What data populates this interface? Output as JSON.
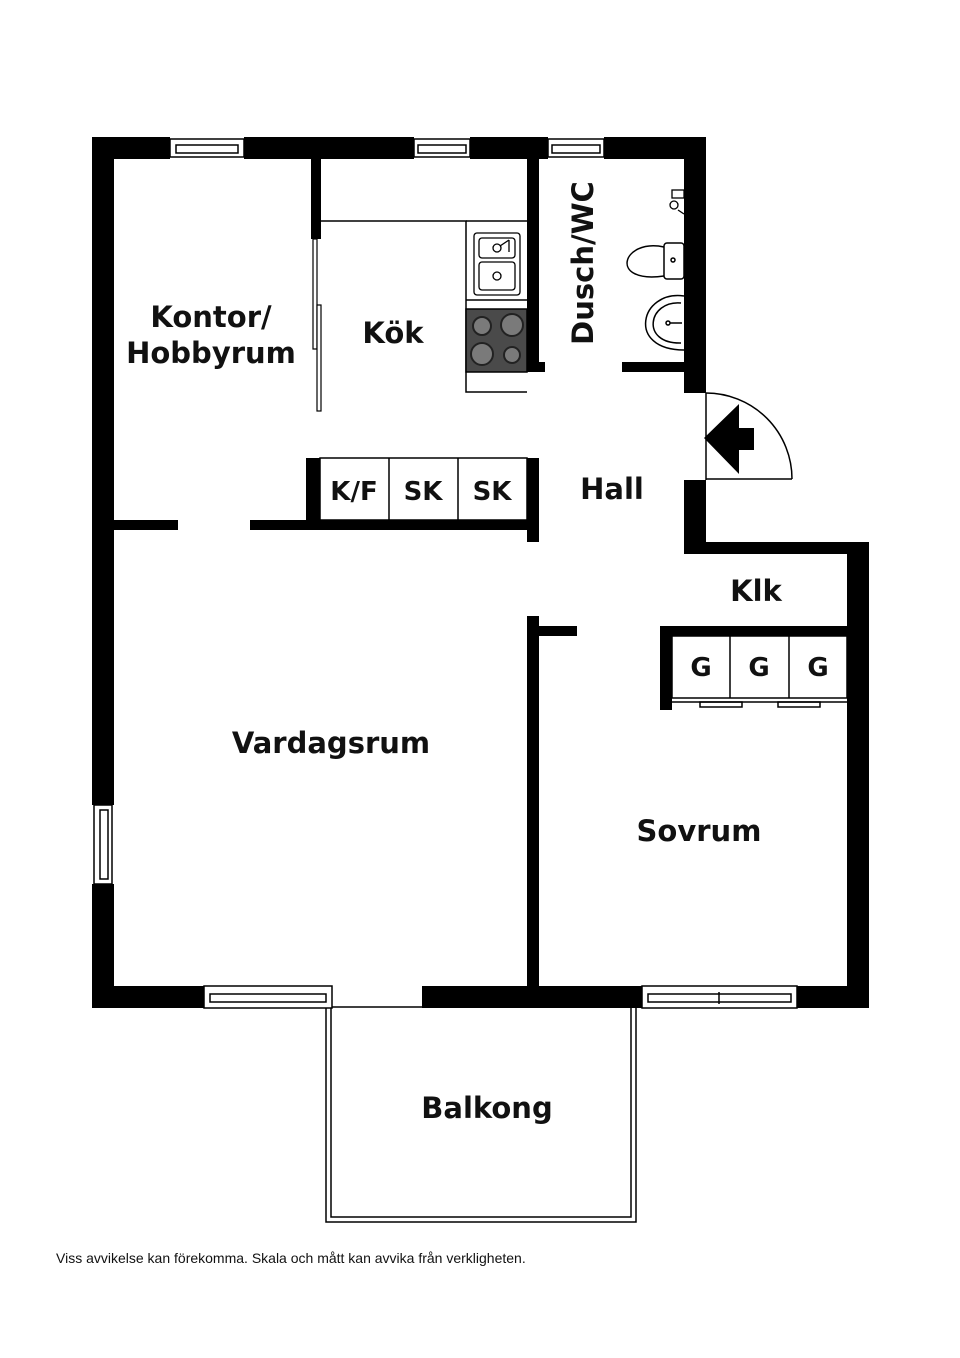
{
  "colors": {
    "wall": "#000000",
    "fixture": "#555555",
    "stove": "#4a4a4a",
    "background": "#ffffff"
  },
  "rooms": {
    "office_line1": "Kontor/",
    "office_line2": "Hobbyrum",
    "kitchen": "Kök",
    "bathroom": "Dusch/WC",
    "hall": "Hall",
    "closet": "Klk",
    "living_room": "Vardagsrum",
    "bedroom": "Sovrum",
    "balcony": "Balkong"
  },
  "cabinets": {
    "fridge_freezer": "K/F",
    "cupboard_1": "SK",
    "cupboard_2": "SK",
    "wardrobe_1": "G",
    "wardrobe_2": "G",
    "wardrobe_3": "G"
  },
  "icons": {
    "entrance": "entrance-arrow-icon"
  },
  "disclaimer": "Viss avvikelse kan förekomma. Skala och mått kan avvika från verkligheten."
}
